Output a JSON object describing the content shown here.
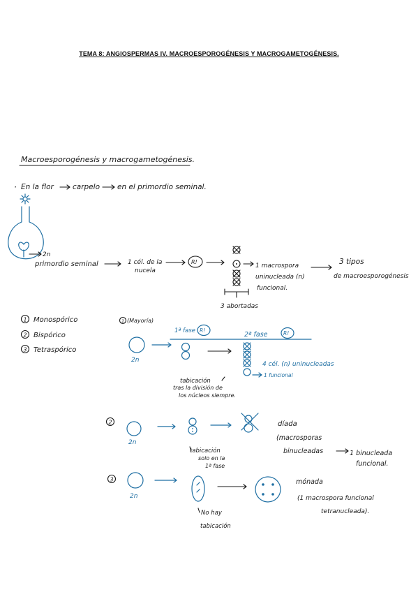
{
  "title": "TEMA 8: ANGIOSPERMAS IV. MACROESPOROGÉNESIS Y MACROGAMETOGÉNESIS.",
  "heading": "Macroesporogénesis y macrogametogénesis.",
  "intro": {
    "bullet": "·",
    "part1": "En la flor",
    "part2": "carpelo",
    "part3": "en el primordio seminal."
  },
  "flow": {
    "label_2n": "2n",
    "primordio": "primordio seminal",
    "cel_line1": "1 cél. de la",
    "cel_line2": "nucela",
    "ri": "R!",
    "macro_line1": "1 macrospora",
    "macro_line2": "uninucleada (n)",
    "macro_line3": "funcional.",
    "abortadas": "3 abortadas",
    "tipos_line1": "3 tipos",
    "tipos_line2": "de macroesporogénesis"
  },
  "types": [
    {
      "num": "1",
      "name": "Monospórico"
    },
    {
      "num": "2",
      "name": "Bispórico"
    },
    {
      "num": "3",
      "name": "Tetraspórico"
    }
  ],
  "mono": {
    "num": "1",
    "note": "(Mayoría)",
    "fase1": "1ª fase",
    "fase2": "2ª fase",
    "ri": "R!",
    "label_2n": "2n",
    "cells_label": "4 cél. (n) uninucleadas",
    "funcional": "1 funcional",
    "tab_line1": "tabicación",
    "tab_line2": "tras la división de",
    "tab_line3": "los núcleos siempre."
  },
  "bi": {
    "num": "2",
    "label_2n": "2n",
    "tab_line1": "tabicación",
    "tab_line2": "solo en la",
    "tab_line3": "1ª fase",
    "diada": "díada",
    "mac_line1": "(macrosporas",
    "mac_line2": "binucleadas",
    "result_line1": "1 binucleada",
    "result_line2": "funcional."
  },
  "tetra": {
    "num": "3",
    "label_2n": "2n",
    "notab_line1": "No hay",
    "notab_line2": "tabicación",
    "monada": "mónada",
    "mac_line1": "(1 macrospora funcional",
    "mac_line2": "tetranucleada)."
  },
  "colors": {
    "ink": "#1a1a1a",
    "blue": "#1f6fa3"
  }
}
